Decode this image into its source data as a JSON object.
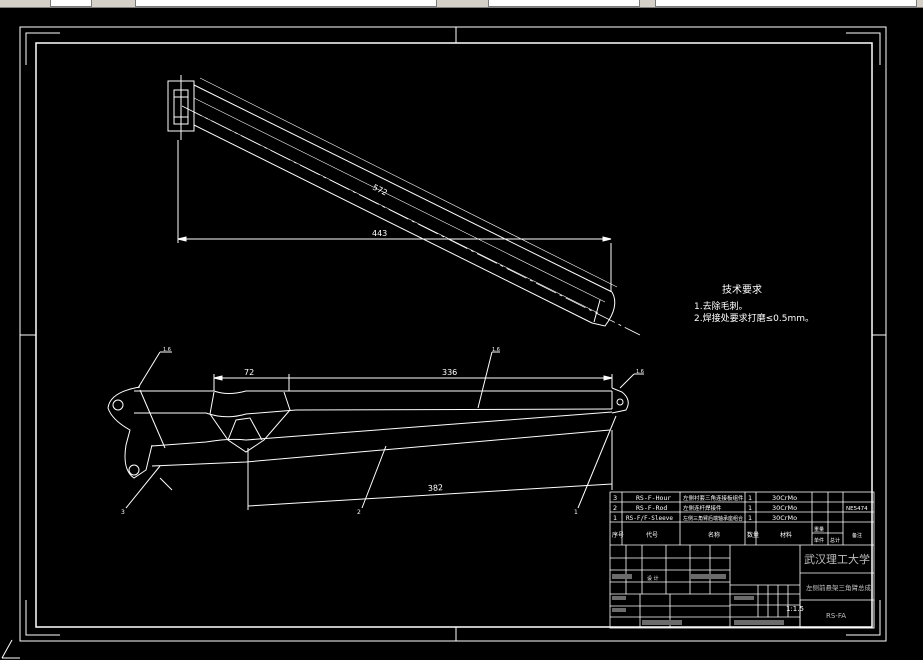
{
  "colors": {
    "background": "#000000",
    "lines": "#ffffff",
    "toolbar": "#d4d0c8"
  },
  "drawing": {
    "dimensions": {
      "top_length": "572",
      "top_horizontal": "443",
      "bottom_short": "72",
      "bottom_upper": "336",
      "bottom_lower": "382"
    },
    "balloons": {
      "left_bottom": "3",
      "middle_bottom": "2",
      "right_bottom": "1"
    },
    "leaders": {
      "left_top": "1.6",
      "right_top": "1.6",
      "middle_top": "1.6"
    }
  },
  "notes": {
    "title": "技术要求",
    "line1": "1.去除毛刺。",
    "line2": "2.焊接处要求打磨≤0.5mm。"
  },
  "title_block": {
    "parts": [
      {
        "no": "3",
        "code": "RS-F-Hour",
        "name": "左侧衬套三角连接板组件",
        "qty": "1",
        "material": "30CrMo"
      },
      {
        "no": "2",
        "code": "RS-F-Rod",
        "name": "左侧连杆焊接件",
        "qty": "1",
        "material": "30CrMo"
      },
      {
        "no": "1",
        "code": "RS-F/F-Sleeve",
        "name": "左侧三角臂后端轴承座组合",
        "qty": "1",
        "material": "30CrMo"
      }
    ],
    "part_note": "NE5474",
    "header": [
      "序号",
      "代号",
      "名称",
      "数量",
      "材料",
      "单件",
      "总计",
      "备注"
    ],
    "header_weight": "重量",
    "university": "武汉理工大学",
    "drawing_name": "左侧前悬架三角臂总成",
    "scale": "1:1.5",
    "drawing_code": "RS-FA",
    "design_label": "设 计"
  }
}
